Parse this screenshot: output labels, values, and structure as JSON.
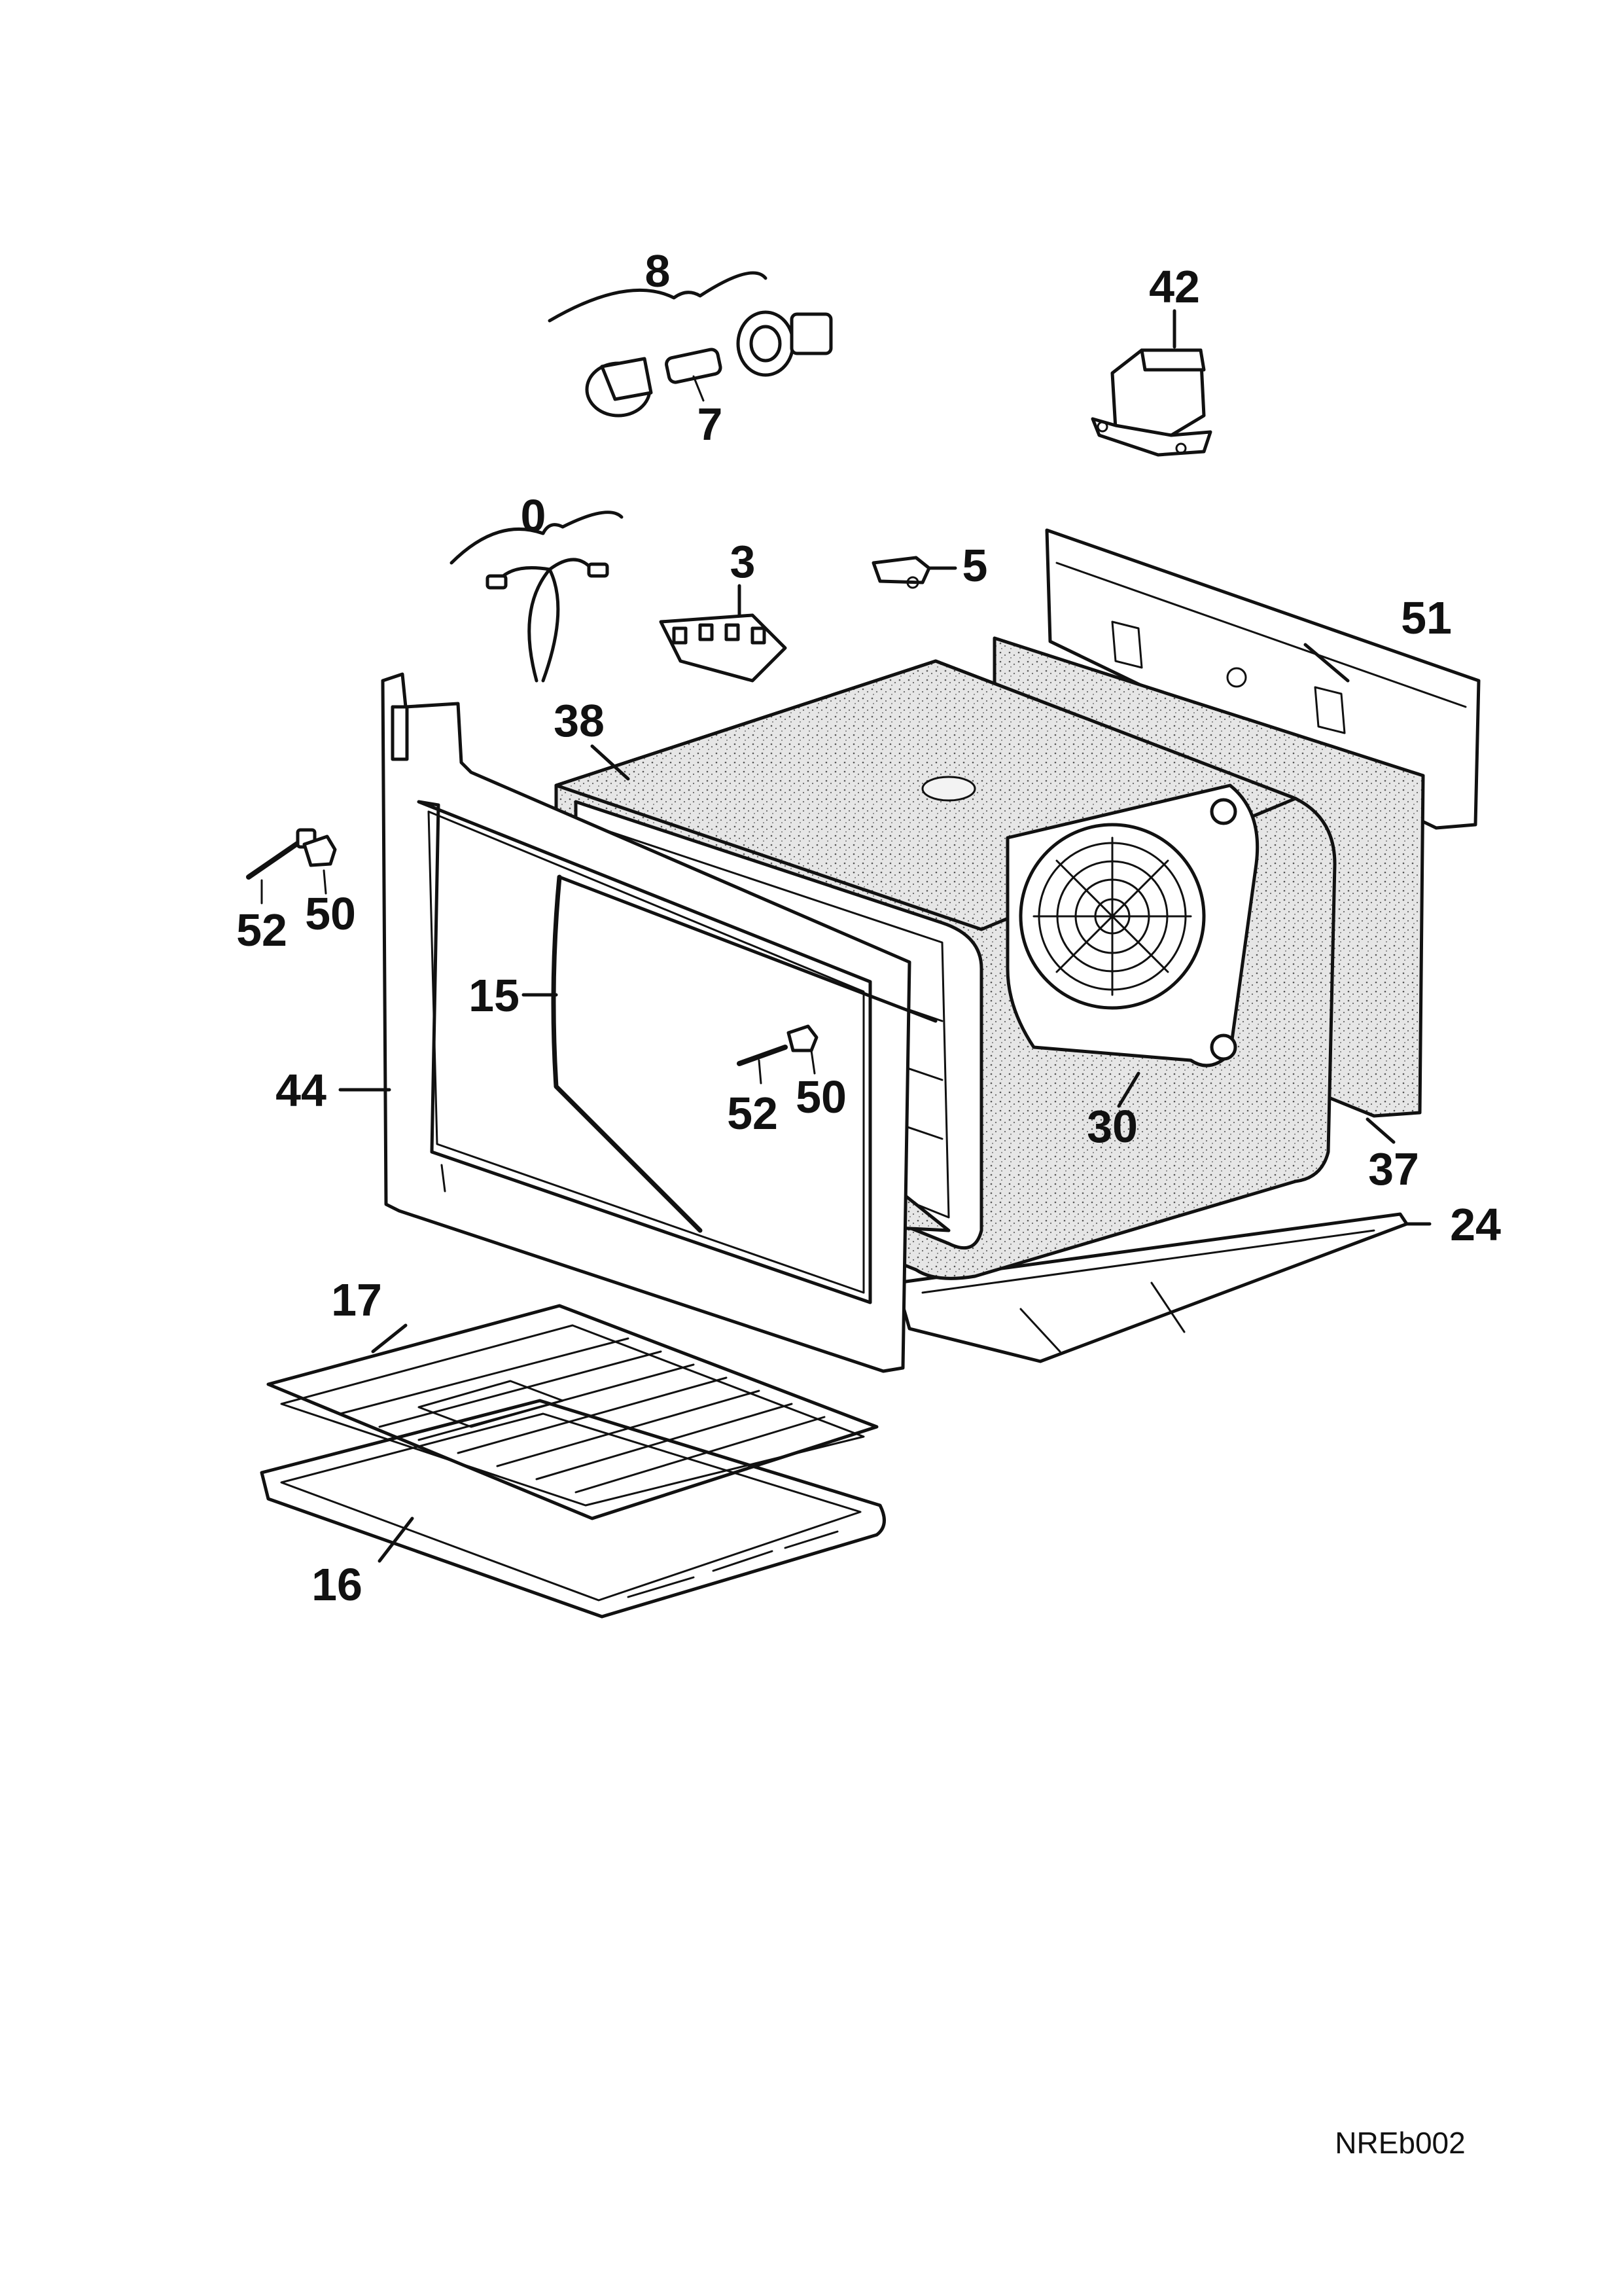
{
  "diagram": {
    "reference_code": "NREb002",
    "callouts": [
      {
        "id": "8",
        "text": "8"
      },
      {
        "id": "7",
        "text": "7"
      },
      {
        "id": "42",
        "text": "42"
      },
      {
        "id": "0",
        "text": "0"
      },
      {
        "id": "3",
        "text": "3"
      },
      {
        "id": "5",
        "text": "5"
      },
      {
        "id": "51",
        "text": "51"
      },
      {
        "id": "38",
        "text": "38"
      },
      {
        "id": "52a",
        "text": "52"
      },
      {
        "id": "50a",
        "text": "50"
      },
      {
        "id": "15",
        "text": "15"
      },
      {
        "id": "44",
        "text": "44"
      },
      {
        "id": "52b",
        "text": "52"
      },
      {
        "id": "50b",
        "text": "50"
      },
      {
        "id": "30",
        "text": "30"
      },
      {
        "id": "37",
        "text": "37"
      },
      {
        "id": "24",
        "text": "24"
      },
      {
        "id": "17",
        "text": "17"
      },
      {
        "id": "16",
        "text": "16"
      }
    ]
  }
}
